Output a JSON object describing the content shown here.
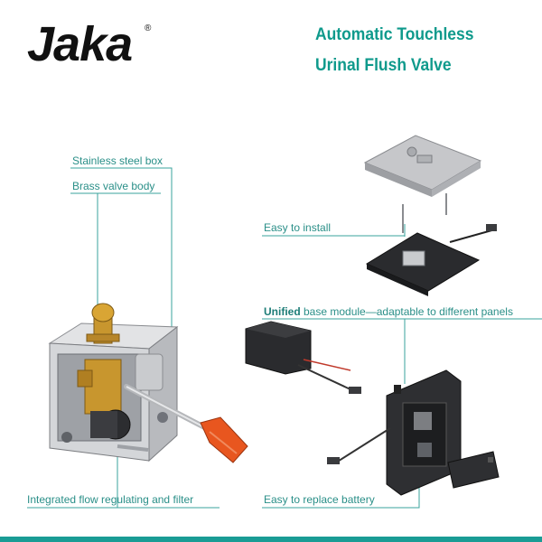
{
  "brand": {
    "name": "Jaka",
    "registered": "®"
  },
  "title": {
    "line1": "Automatic  Touchless",
    "line2": "Urinal Flush Valve"
  },
  "labels": {
    "stainless_box": "Stainless steel box",
    "brass_valve": "Brass valve body",
    "easy_install": "Easy to install",
    "unified_bold": "Unified",
    "unified_rest": " base module—adaptable to different panels",
    "integrated_flow": "Integrated flow regulating and filter",
    "replace_battery": "Easy to replace battery"
  },
  "colors": {
    "accent": "#1a9c95",
    "label": "#2a8f88",
    "knob": "#e8561f",
    "brass": "#c8962e"
  }
}
